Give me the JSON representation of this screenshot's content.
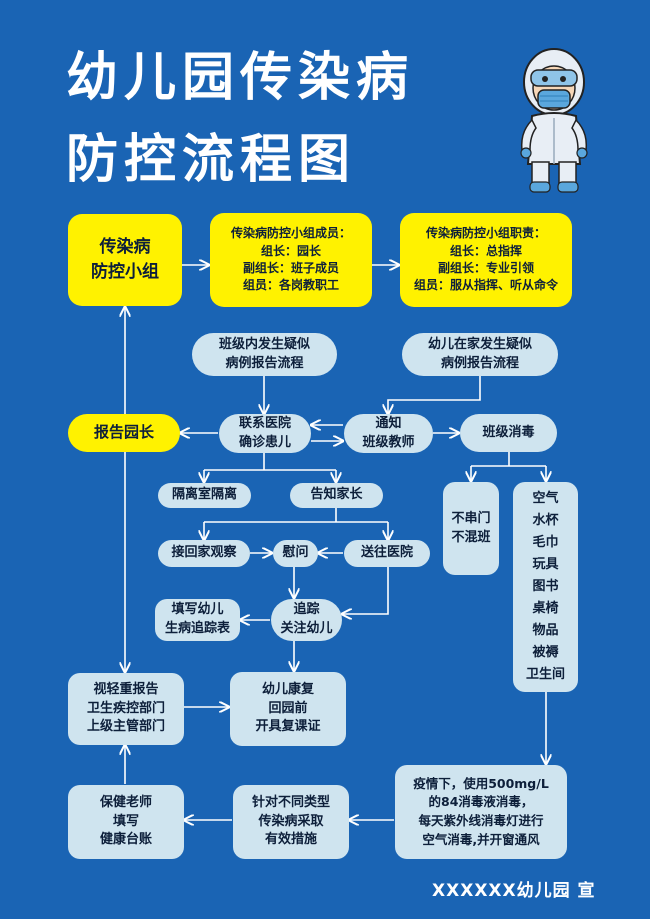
{
  "title": {
    "line1": "幼儿园传染病",
    "line2": "防控流程图"
  },
  "nodes": {
    "group": "传染病\n防控小组",
    "members": "传染病防控小组成员：\n组长：园长\n副组长：班子成员\n组员：各岗教职工",
    "duties": "传染病防控小组职责：\n组长：总指挥\n副组长：专业引领\n组员：服从指挥、听从命令",
    "class_suspect": "班级内发生疑似\n病例报告流程",
    "home_suspect": "幼儿在家发生疑似\n病例报告流程",
    "report_principal": "报告园长",
    "contact_hospital": "联系医院\n确诊患儿",
    "notify_teacher": "通知\n班级教师",
    "class_disinfect": "班级消毒",
    "isolation": "隔离室隔离",
    "notify_parents": "告知家长",
    "no_mixing": "不串门\n不混班",
    "disinfect_items": "空气\n水杯\n毛巾\n玩具\n图书\n桌椅\n物品\n被褥\n卫生间",
    "home_observe": "接回家观察",
    "condolence": "慰问",
    "send_hospital": "送往医院",
    "fill_form": "填写幼儿\n生病追踪表",
    "track": "追踪\n关注幼儿",
    "report_severity": "视轻重报告\n卫生疾控部门\n上级主管部门",
    "recovery": "幼儿康复\n回园前\n开具复课证",
    "disinfect_method": "疫情下，使用500mg/L\n的84消毒液消毒，\n每天紫外线消毒灯进行\n空气消毒,并开窗通风",
    "health_teacher": "保健老师\n填写\n健康台账",
    "measures": "针对不同类型\n传染病采取\n有效措施"
  },
  "footer": "XXXXXX幼儿园 宣",
  "colors": {
    "background": "#1a64b4",
    "node_blue": "#cfe4ef",
    "node_yellow": "#fff200",
    "line": "#ffffff"
  }
}
